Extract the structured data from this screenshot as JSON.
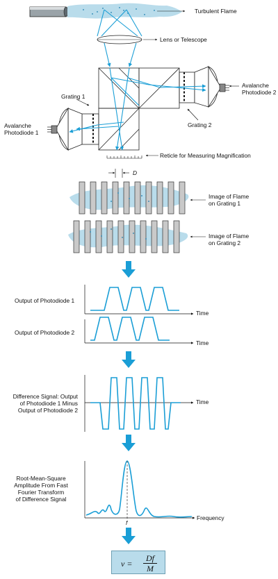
{
  "labels": {
    "turbulent_flame": "Turbulent Flame",
    "lens": "Lens or Telescope",
    "avalanche_pd2": [
      "Avalanche",
      "Photodiode 2"
    ],
    "avalanche_pd1": [
      "Avalanche",
      "Photodiode 1"
    ],
    "grating1": "Grating 1",
    "grating2": "Grating 2",
    "reticle": "Reticle for Measuring Magnification",
    "d_symbol": "D",
    "image_g1": [
      "Image of Flame",
      "on Grating 1"
    ],
    "image_g2": [
      "Image of Flame",
      "on Grating 2"
    ],
    "out_pd1": "Output of Photodiode 1",
    "out_pd2": "Output of Photodiode 2",
    "time1": "Time",
    "time2": "Time",
    "diff_signal": [
      "Difference Signal: Output",
      "of Photodiode 1 Minus",
      "Output of Photodiode 2"
    ],
    "time3": "Time",
    "rms": [
      "Root-Mean-Square",
      "Amplitude From Fast",
      "Fourier Transform",
      "of Difference Signal"
    ],
    "frequency": "Frequency",
    "f_symbol": "f"
  },
  "formula": {
    "lhs": "v =",
    "numerator": "Df",
    "denominator": "M"
  },
  "colors": {
    "beam": "#1a9ed6",
    "flame": "#b9dceb",
    "grating_bar": "#c9c9c9",
    "formula_bg": "#b9dceb"
  }
}
